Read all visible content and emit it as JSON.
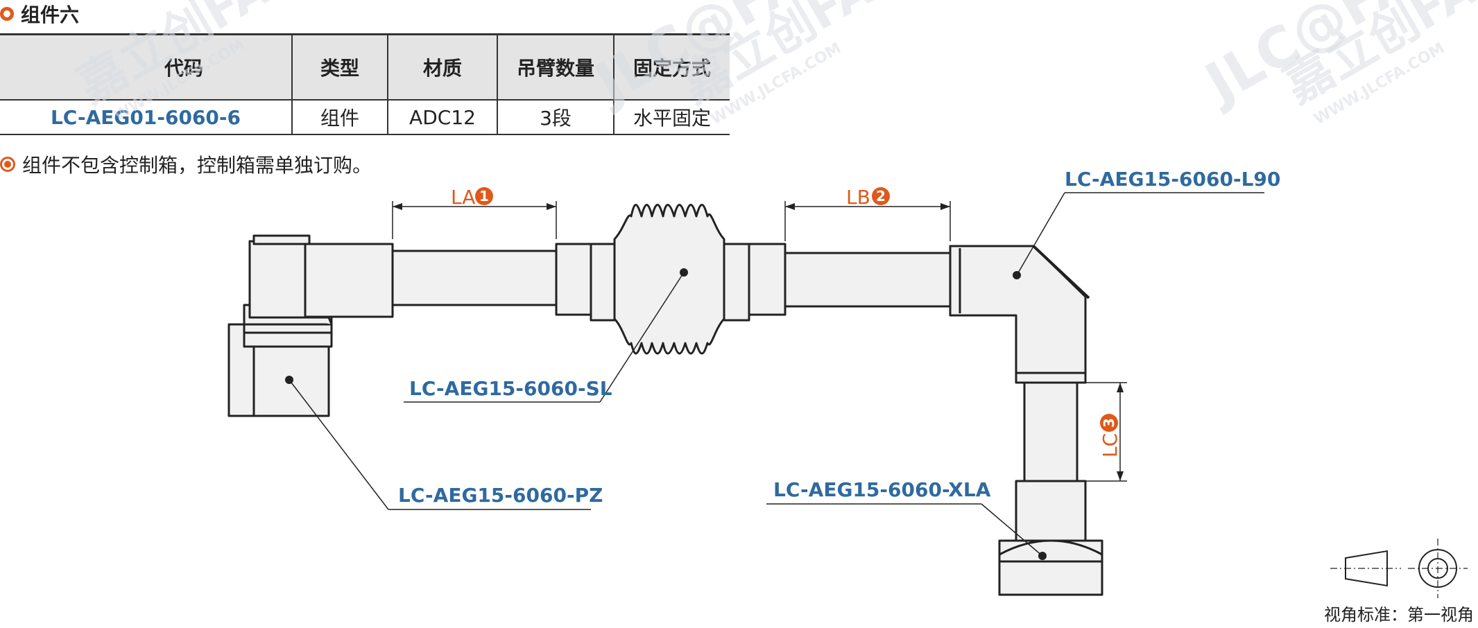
{
  "title": "组件六",
  "table": {
    "headers": [
      "代码",
      "类型",
      "材质",
      "吊臂数量",
      "固定方式"
    ],
    "row": [
      "LC-AEG01-6060-6",
      "组件",
      "ADC12",
      "3段",
      "水平固定"
    ]
  },
  "note": "组件不包含控制箱，控制箱需单独订购。",
  "callouts": {
    "pz": "LC-AEG15-6060-PZ",
    "sl": "LC-AEG15-6060-SL",
    "l90": "LC-AEG15-6060-L90",
    "xla": "LC-AEG15-6060-XLA"
  },
  "dimensions": {
    "la": "LA",
    "la_num": "1",
    "lb": "LB",
    "lb_num": "2",
    "lc": "LC",
    "lc_num": "3"
  },
  "watermark": {
    "brand": "嘉立创FA",
    "url": "WWW.JLCFA.COM",
    "logo": "JLC@FA"
  },
  "view_standard": "视角标准：第一视角",
  "colors": {
    "accent": "#e0591a",
    "code_blue": "#2f6a9f",
    "header_bg": "#e4e4e4",
    "line": "#222222"
  }
}
